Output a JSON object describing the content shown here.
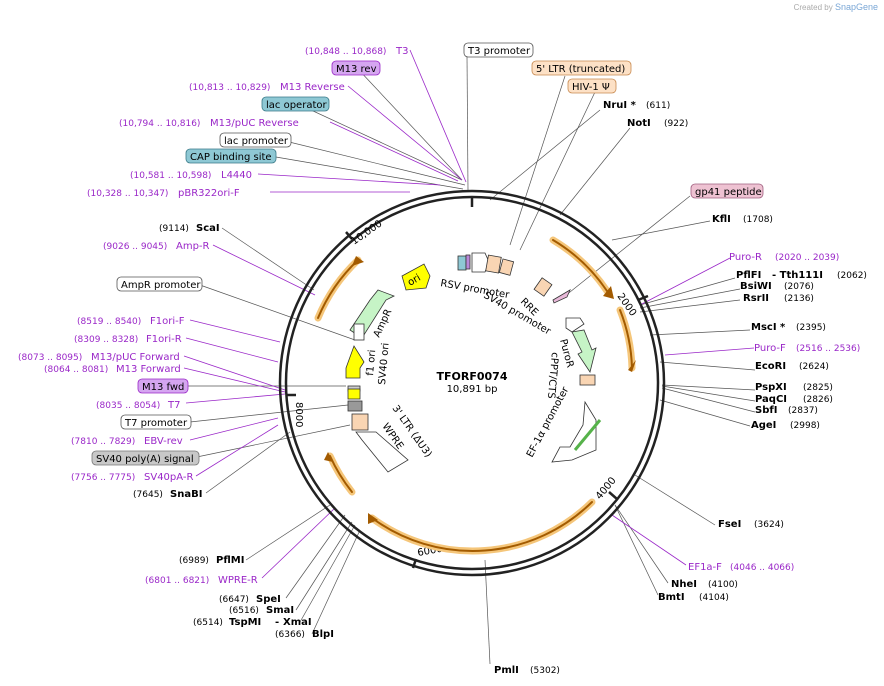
{
  "credit": {
    "prefix": "Created by",
    "brand": "SnapGene"
  },
  "plasmid": {
    "name": "TFORF0074",
    "size_label": "10,891 bp"
  },
  "ticks": [
    "2000",
    "4000",
    "6000",
    "8000",
    "10,000"
  ],
  "feature_labels": [
    {
      "text": "T3 promoter",
      "style": "white"
    },
    {
      "text": "5' LTR (truncated)",
      "style": "peach"
    },
    {
      "text": "HIV-1 Ψ",
      "style": "peach"
    },
    {
      "text": "gp41 peptide",
      "style": "pink"
    },
    {
      "text": "M13 rev",
      "style": "violet"
    },
    {
      "text": "lac operator",
      "style": "teal"
    },
    {
      "text": "lac promoter",
      "style": "white"
    },
    {
      "text": "CAP binding site",
      "style": "teal"
    },
    {
      "text": "AmpR promoter",
      "style": "white"
    },
    {
      "text": "M13 fwd",
      "style": "violet"
    },
    {
      "text": "T7 promoter",
      "style": "white"
    },
    {
      "text": "SV40 poly(A) signal",
      "style": "grey"
    }
  ],
  "enzymes": [
    {
      "name": "NruI *",
      "pos": "(611)"
    },
    {
      "name": "NotI",
      "pos": "(922)"
    },
    {
      "name": "KflI",
      "pos": "(1708)"
    },
    {
      "name": "PflFI",
      "extra": "- Tth111I",
      "pos": "(2062)"
    },
    {
      "name": "BsiWI",
      "pos": "(2076)"
    },
    {
      "name": "RsrII",
      "pos": "(2136)"
    },
    {
      "name": "MscI *",
      "pos": "(2395)"
    },
    {
      "name": "EcoRI",
      "pos": "(2624)"
    },
    {
      "name": "PspXI",
      "pos": "(2825)"
    },
    {
      "name": "PaqCI",
      "pos": "(2826)"
    },
    {
      "name": "SbfI",
      "pos": "(2837)"
    },
    {
      "name": "AgeI",
      "pos": "(2998)"
    },
    {
      "name": "FseI",
      "pos": "(3624)"
    },
    {
      "name": "NheI",
      "pos": "(4100)"
    },
    {
      "name": "BmtI",
      "pos": "(4104)"
    },
    {
      "name": "PmlI",
      "pos": "(5302)"
    },
    {
      "name": "BlpI",
      "pos": "(6366)"
    },
    {
      "name": "XmaI",
      "pos": "(6514)",
      "prefix": "TspMI",
      "sep": "- "
    },
    {
      "name": "SmaI",
      "pos": "(6516)"
    },
    {
      "name": "SpeI",
      "pos": "(6647)"
    },
    {
      "name": "PflMI",
      "pos": "(6989)"
    },
    {
      "name": "SnaBI",
      "pos": "(7645)"
    },
    {
      "name": "ScaI",
      "pos": "(9114)"
    }
  ],
  "primers": [
    {
      "name": "T3",
      "pos": "(10,848 .. 10,868)"
    },
    {
      "name": "M13 Reverse",
      "pos": "(10,813 .. 10,829)"
    },
    {
      "name": "M13/pUC Reverse",
      "pos": "(10,794 .. 10,816)"
    },
    {
      "name": "L4440",
      "pos": "(10,581 .. 10,598)"
    },
    {
      "name": "pBR322ori-F",
      "pos": "(10,328 .. 10,347)"
    },
    {
      "name": "Amp-R",
      "pos": "(9026 .. 9045)"
    },
    {
      "name": "F1ori-F",
      "pos": "(8519 .. 8540)"
    },
    {
      "name": "F1ori-R",
      "pos": "(8309 .. 8328)"
    },
    {
      "name": "M13/pUC Forward",
      "pos": "(8073 .. 8095)"
    },
    {
      "name": "M13 Forward",
      "pos": "(8064 .. 8081)"
    },
    {
      "name": "T7",
      "pos": "(8035 .. 8054)"
    },
    {
      "name": "EBV-rev",
      "pos": "(7810 .. 7829)"
    },
    {
      "name": "SV40pA-R",
      "pos": "(7756 .. 7775)"
    },
    {
      "name": "WPRE-R",
      "pos": "(6801 .. 6821)"
    },
    {
      "name": "Puro-R",
      "pos": "(2020 .. 2039)"
    },
    {
      "name": "Puro-F",
      "pos": "(2516 .. 2536)"
    },
    {
      "name": "EF1a-F",
      "pos": "(4046 .. 4066)"
    }
  ],
  "inner_labels": [
    "RSV promoter",
    "RRE",
    "SV40 promoter",
    "PuroR",
    "cPPT/CTS",
    "EF-1α promoter",
    "ori",
    "AmpR",
    "f1 ori",
    "SV40 ori",
    "3' LTR (ΔU3)",
    "WPRE"
  ]
}
